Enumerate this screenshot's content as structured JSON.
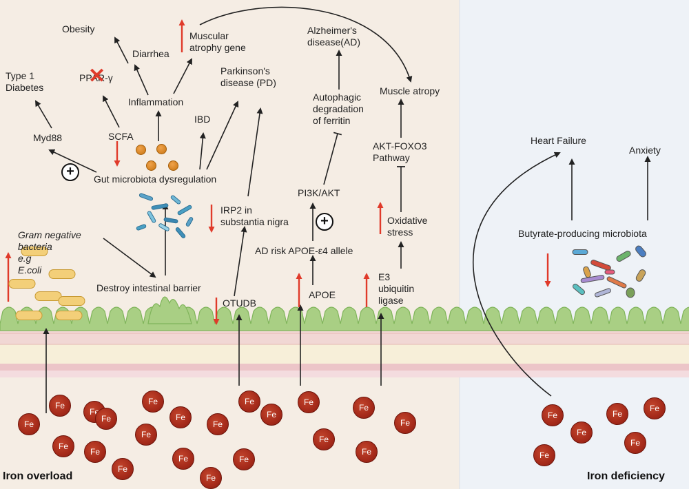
{
  "panels": {
    "left_title": "Iron overload",
    "right_title": "Iron deficiency"
  },
  "iron_symbol": "Fe",
  "left_iron_count": 21,
  "right_iron_count": 6,
  "labels": {
    "obesity": "Obesity",
    "diarrhea": "Diarrhea",
    "muscular_atrophy_gene": [
      "Muscular",
      "atrophy gene"
    ],
    "type1_diabetes": [
      "Type 1",
      "Diabetes"
    ],
    "ppar": "PPAR-γ",
    "inflammation": "Inflammation",
    "parkinsons": [
      "Parkinson's",
      "disease (PD)"
    ],
    "ibd": "IBD",
    "scfa": "SCFA",
    "myd88": "Myd88",
    "gut_dysregulation": "Gut microbiota dysregulation",
    "irp2": [
      "IRP2 in",
      "substantia nigra"
    ],
    "gram_negative": [
      "Gram negative",
      "bacteria",
      "e.g",
      "E.coli"
    ],
    "destroy_barrier": "Destroy intestinal barrier",
    "otudb": "OTUDB",
    "alzheimers": [
      "Alzheimer's",
      "disease(AD)"
    ],
    "autophagic": [
      "Autophagic",
      "degradation",
      "of ferritin"
    ],
    "pi3k": "PI3K/AKT",
    "ad_risk": "AD risk APOE-ε4 allele",
    "apoe": "APOE",
    "muscle_atropy": "Muscle atropy",
    "akt_foxo3": [
      "AKT-FOXO3",
      "Pathway"
    ],
    "oxidative": [
      "Oxidative",
      "stress"
    ],
    "e3": [
      "E3",
      "ubiquitin",
      "ligase"
    ],
    "heart_failure": "Heart Failure",
    "anxiety": "Anxiety",
    "butyrate": "Butyrate-producing microbiota"
  },
  "colors": {
    "left_bg": "#f5ede4",
    "right_bg": "#eef2f7",
    "villi_green": "#a9cf84",
    "villi_outline": "#7fb45a",
    "tissue_pink": "#f1d7d4",
    "tissue_cream": "#f7efd9",
    "arrow_black": "#222222",
    "arrow_red": "#e03a2a",
    "iron_red": "#a52a1a"
  },
  "icons": {
    "plus": "plus-circle-icon",
    "inhibit": "x-mark-icon",
    "iron": "iron-ion-icon",
    "bacteria": "bacteria-icon"
  }
}
